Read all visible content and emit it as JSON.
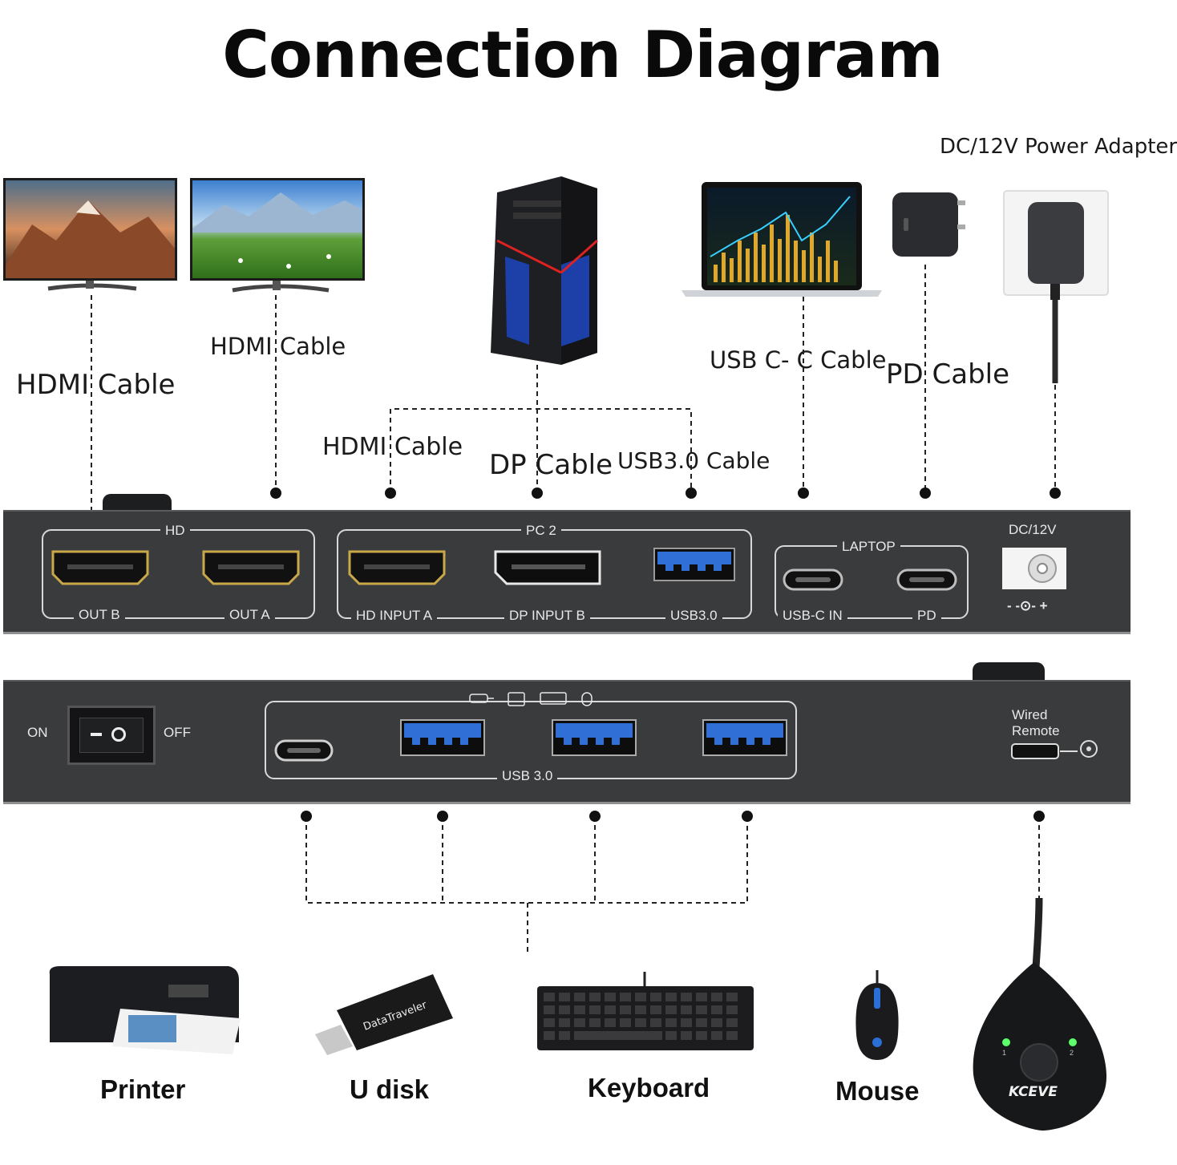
{
  "title": "Connection Diagram",
  "top_labels": {
    "power_adapter": "DC/12V Power Adapter",
    "hdmi_cable_left": "HDMI Cable",
    "hdmi_cable_second": "HDMI Cable",
    "hdmi_cable_pc": "HDMI Cable",
    "dp_cable": "DP Cable",
    "usb30_cable": "USB3.0 Cable",
    "usbc_cable": "USB C- C Cable",
    "pd_cable": "PD Cable"
  },
  "front_panel": {
    "hd_group": "HD",
    "out_b": "OUT B",
    "out_a": "OUT A",
    "pc2_group": "PC 2",
    "hd_input_a": "HD INPUT A",
    "dp_input_b": "DP INPUT B",
    "usb30": "USB3.0",
    "laptop_group": "LAPTOP",
    "usbc_in": "USB-C IN",
    "pd": "PD",
    "dc12v": "DC/12V",
    "polarity": "- -⊙- +"
  },
  "back_panel": {
    "on": "ON",
    "off": "OFF",
    "usb_group": "USB  3.0",
    "wired": "Wired",
    "remote": "Remote"
  },
  "devices": {
    "printer": "Printer",
    "udisk": "U disk",
    "keyboard": "Keyboard",
    "mouse": "Mouse",
    "remote_brand": "KCEVE"
  },
  "remote_leds": [
    "1",
    "2"
  ],
  "colors": {
    "panel": "#3a3b3d",
    "usb_blue": "#2f6fd6",
    "hdmi_gold": "#c9a84a",
    "led_green": "#5dff6a"
  }
}
